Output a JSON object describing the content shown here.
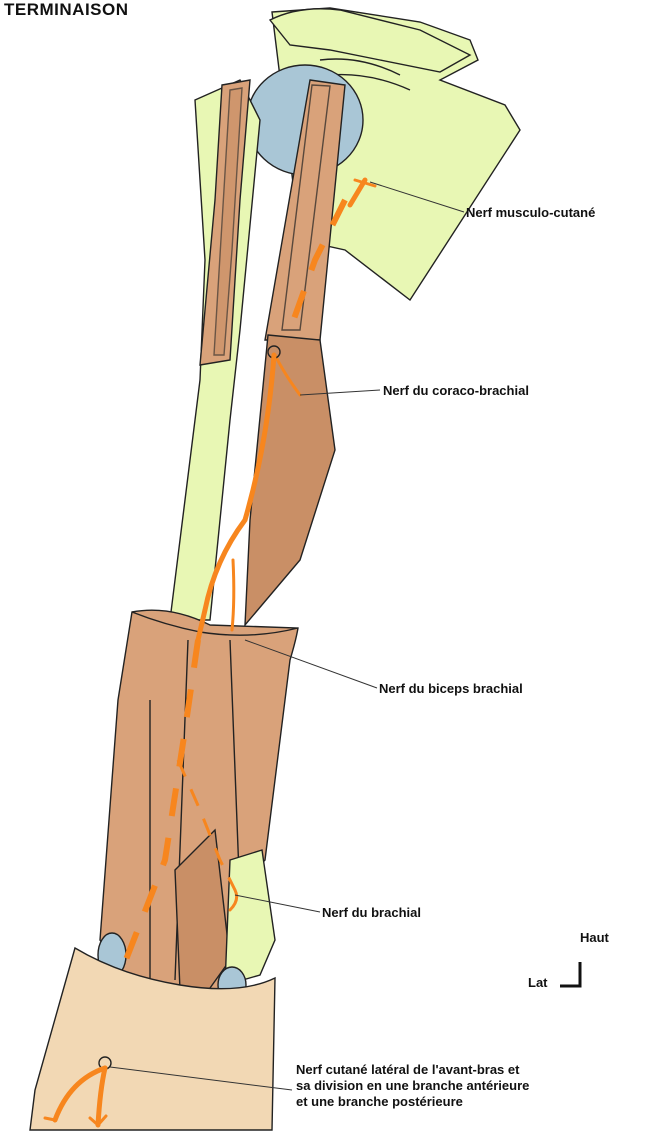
{
  "title": "TERMINAISON",
  "labels": {
    "musculo_cutane": "Nerf musculo-cutané",
    "coraco_brachial": "Nerf du coraco-brachial",
    "biceps_brachial": "Nerf du biceps brachial",
    "brachial": "Nerf du brachial",
    "cutane_line1": "Nerf cutané latéral de l'avant-bras et",
    "cutane_line2": "sa division en une branche antérieure",
    "cutane_line3": "et une branche postérieure"
  },
  "orientation": {
    "up": "Haut",
    "lateral": "Lat"
  },
  "colors": {
    "bone": "#e8f7b4",
    "muscle": "#d9a27a",
    "muscle_dark": "#c98f66",
    "joint": "#a9c6d6",
    "skin": "#f2d8b4",
    "nerve": "#f7861e"
  }
}
